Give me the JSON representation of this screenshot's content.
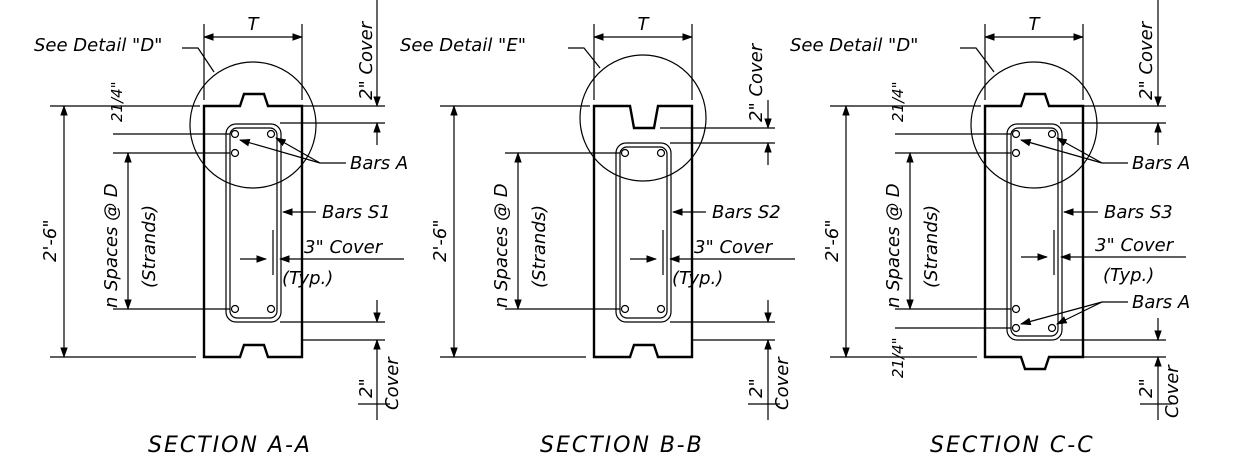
{
  "sections": [
    {
      "title": "SECTION   A-A",
      "detail_label": "See Detail \"D\"",
      "thickness_label": "T",
      "top_cover": "2\" Cover",
      "top_offset_whole": "2",
      "top_offset_frac": "1/4\"",
      "bars_top": "Bars A",
      "stirrup": "Bars S1",
      "side_cover": "3\" Cover",
      "side_cover_note": "(Typ.)",
      "spacing_label": "n Spaces @ D",
      "strands_label": "(Strands)",
      "height_label": "2'-6\"",
      "bottom_cover_value": "2\"",
      "bottom_cover_word": "Cover"
    },
    {
      "title": "SECTION   B-B",
      "detail_label": "See Detail \"E\"",
      "thickness_label": "T",
      "top_cover": "2\" Cover",
      "stirrup": "Bars S2",
      "side_cover": "3\" Cover",
      "side_cover_note": "(Typ.)",
      "spacing_label": "n Spaces @ D",
      "strands_label": "(Strands)",
      "height_label": "2'-6\"",
      "bottom_cover_value": "2\"",
      "bottom_cover_word": "Cover"
    },
    {
      "title": "SECTION   C-C",
      "detail_label": "See Detail \"D\"",
      "thickness_label": "T",
      "top_cover": "2\" Cover",
      "top_offset_whole": "2",
      "top_offset_frac": "1/4\"",
      "bars_top": "Bars A",
      "stirrup": "Bars S3",
      "side_cover": "3\" Cover",
      "side_cover_note": "(Typ.)",
      "bars_bottom": "Bars A",
      "spacing_label": "n Spaces @ D",
      "strands_label": "(Strands)",
      "height_label": "2'-6\"",
      "bottom_offset_whole": "2",
      "bottom_offset_frac": "1/4\"",
      "bottom_cover_value": "2\"",
      "bottom_cover_word": "Cover"
    }
  ]
}
